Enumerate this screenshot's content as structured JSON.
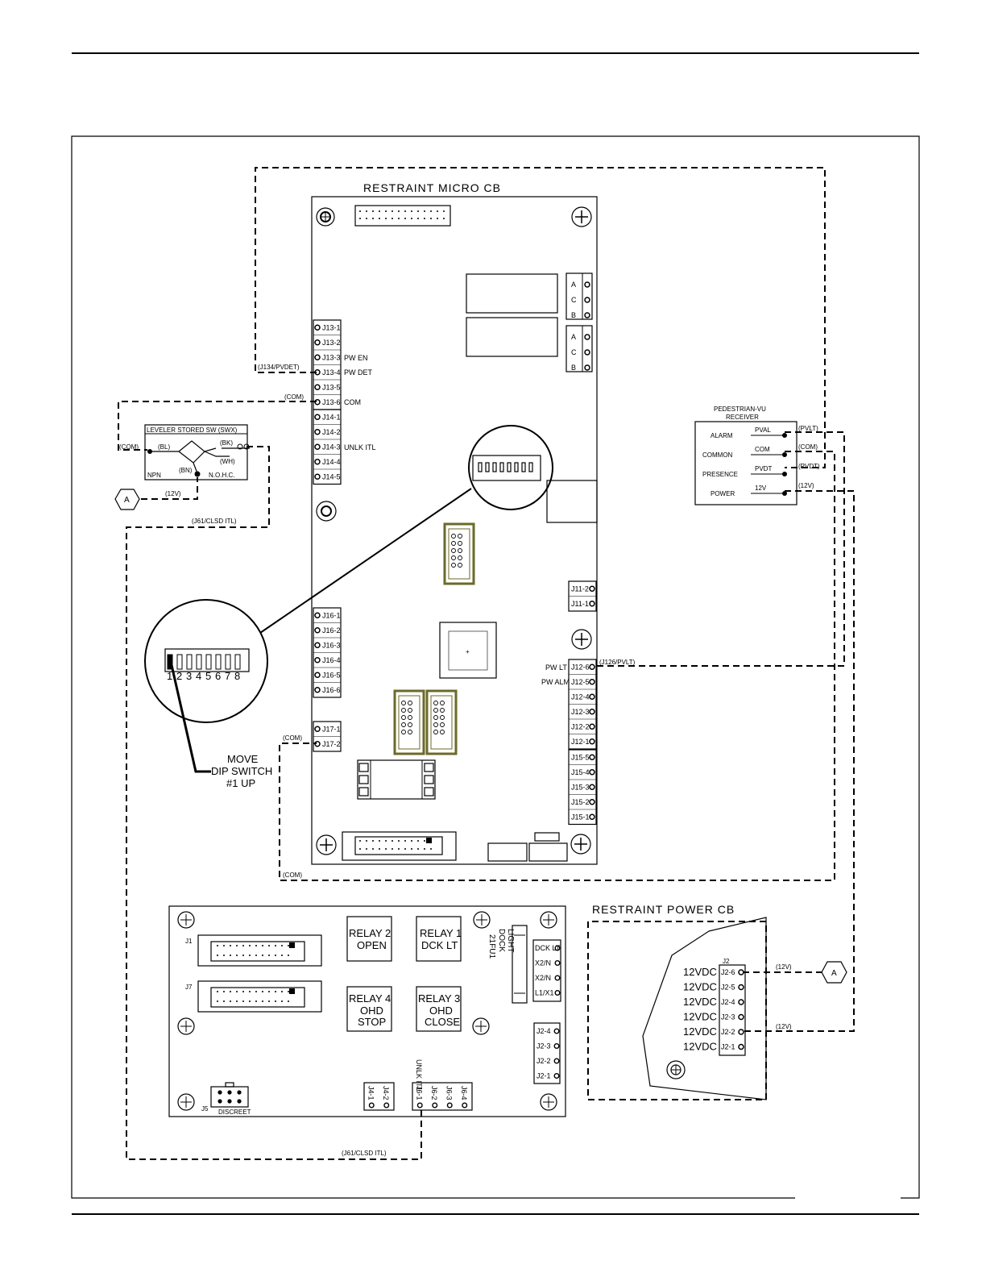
{
  "micro_board": {
    "title": "RESTRAINT MICRO CB",
    "j13_pins": [
      "J13-1",
      "J13-2",
      "J13-3",
      "J13-4",
      "J13-5",
      "J13-6"
    ],
    "j14_pins": [
      "J14-1",
      "J14-2",
      "J14-3",
      "J14-4",
      "J14-5"
    ],
    "j16_pins": [
      "J16-1",
      "J16-2",
      "J16-3",
      "J16-4",
      "J16-5",
      "J16-6"
    ],
    "j17_pins": [
      "J17-1",
      "J17-2"
    ],
    "j11_pins": [
      "J11-2",
      "J11-1"
    ],
    "j12_pins": [
      "J12-6",
      "J12-5",
      "J12-4",
      "J12-3",
      "J12-2",
      "J12-1"
    ],
    "j15_pins": [
      "J15-5",
      "J15-4",
      "J15-3",
      "J15-2",
      "J15-1"
    ],
    "pin_labels": {
      "pw_en": "PW EN",
      "pw_det": "PW DET",
      "com": "COM",
      "unlk_itl": "UNLK ITL",
      "pw_lt": "PW LT",
      "pw_alm": "PW ALM"
    },
    "relay_terms": [
      "A",
      "C",
      "B"
    ]
  },
  "wires": {
    "j134_pvdet": "(J134/PVDET)",
    "com": "(COM)",
    "j61_clsd_itl": "(J61/CLSD ITL)",
    "twelve_v": "(12V)",
    "j126_pvlt": "(J126/PVLT)",
    "pvlt": "(PVLT)",
    "pvdt": "(PVDT)"
  },
  "leveler_switch": {
    "title": "LEVELER STORED SW (SWX)",
    "bl": "(BL)",
    "bk": "(BK)",
    "wh": "(WH)",
    "bn": "(BN)",
    "npn": "NPN",
    "nohc": "N.O.H.C.",
    "com": "(COM)"
  },
  "connector_a": "A",
  "dip_switch": {
    "numbers": [
      "1",
      "2",
      "3",
      "4",
      "5",
      "6",
      "7",
      "8"
    ],
    "note_line1": "MOVE",
    "note_line2": "DIP SWITCH",
    "note_line3": "#1 UP"
  },
  "receiver": {
    "title_line1": "PEDESTRIAN-VU",
    "title_line2": "RECEIVER",
    "rows": [
      {
        "label": "ALARM",
        "terminal": "PVAL"
      },
      {
        "label": "COMMON",
        "terminal": "COM"
      },
      {
        "label": "PRESENCE",
        "terminal": "PVDT"
      },
      {
        "label": "POWER",
        "terminal": "12V"
      }
    ]
  },
  "relay_board": {
    "relay2": [
      "RELAY 2",
      "OPEN"
    ],
    "relay1": [
      "RELAY 1",
      "DCK LT"
    ],
    "relay4": [
      "RELAY 4",
      "OHD",
      "STOP"
    ],
    "relay3": [
      "RELAY 3",
      "OHD",
      "CLOSE"
    ],
    "dock_light": [
      "DOCK",
      "LIGHT",
      "21FU1"
    ],
    "dock_terms": [
      "DCK LT",
      "X2/N",
      "X2/N",
      "L1/X1"
    ],
    "j2_small": [
      "J2-4",
      "J2-3",
      "J2-2",
      "J2-1"
    ],
    "j4_pins": [
      "J4-1",
      "J4-2"
    ],
    "j6_pins": [
      "J6-1",
      "J6-2",
      "J6-3",
      "J6-4"
    ],
    "unlk_itl": "UNLK ITL",
    "j1": "J1",
    "j7": "J7",
    "j5": "J5",
    "discreet": "DISCREET"
  },
  "power_board": {
    "title": "RESTRAINT POWER CB",
    "rows": [
      {
        "volt": "12VDC",
        "pin": "J2-6"
      },
      {
        "volt": "12VDC",
        "pin": "J2-5"
      },
      {
        "volt": "12VDC",
        "pin": "J2-4"
      },
      {
        "volt": "12VDC",
        "pin": "J2-3"
      },
      {
        "volt": "12VDC",
        "pin": "J2-2"
      },
      {
        "volt": "12VDC",
        "pin": "J2-1"
      }
    ],
    "j2": "J2"
  }
}
